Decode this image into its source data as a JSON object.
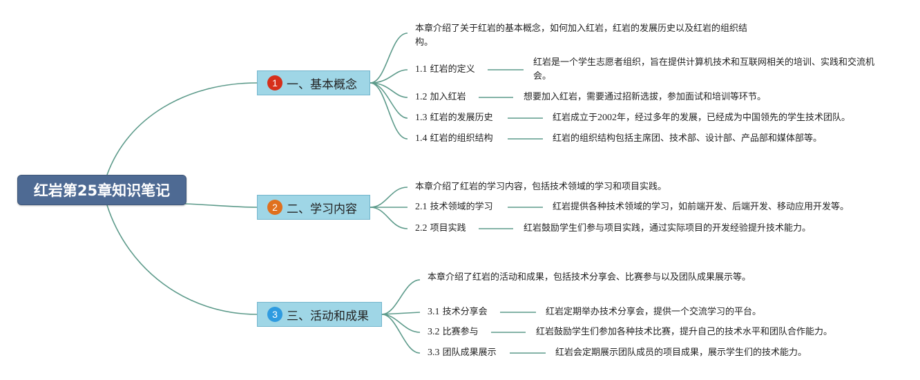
{
  "root": {
    "title": "红岩第25章知识笔记"
  },
  "colors": {
    "connector": "#5c9a8a",
    "root_fill": "#4e6a93",
    "branch_fill": "#9fd6e6",
    "badge_red": "#d62f1a",
    "badge_orange": "#e0701e",
    "badge_blue": "#2f9be0"
  },
  "branches": [
    {
      "badge": "1",
      "label": "一、基本概念",
      "summary": "本章介绍了关于红岩的基本概念，如何加入红岩，红岩的发展历史以及红岩的组织结构。",
      "topics": [
        {
          "num": "1.1",
          "title": "红岩的定义",
          "detail": "红岩是一个学生志愿者组织，旨在提供计算机技术和互联网相关的培训、实践和交流机会。"
        },
        {
          "num": "1.2",
          "title": "加入红岩",
          "detail": "想要加入红岩，需要通过招新选拔，参加面试和培训等环节。"
        },
        {
          "num": "1.3",
          "title": "红岩的发展历史",
          "detail_num": "2002",
          "detail_pre": "红岩成立于",
          "detail_post": "年，经过多年的发展，已经成为中国领先的学生技术团队。"
        },
        {
          "num": "1.4",
          "title": "红岩的组织结构",
          "detail": "红岩的组织结构包括主席团、技术部、设计部、产品部和媒体部等。"
        }
      ]
    },
    {
      "badge": "2",
      "label": "二、学习内容",
      "summary": "本章介绍了红岩的学习内容，包括技术领域的学习和项目实践。",
      "topics": [
        {
          "num": "2.1",
          "title": "技术领域的学习",
          "detail": "红岩提供各种技术领域的学习，如前端开发、后端开发、移动应用开发等。"
        },
        {
          "num": "2.2",
          "title": "项目实践",
          "detail": "红岩鼓励学生们参与项目实践，通过实际项目的开发经验提升技术能力。"
        }
      ]
    },
    {
      "badge": "3",
      "label": "三、活动和成果",
      "summary": "本章介绍了红岩的活动和成果，包括技术分享会、比赛参与以及团队成果展示等。",
      "topics": [
        {
          "num": "3.1",
          "title": "技术分享会",
          "detail": "红岩定期举办技术分享会，提供一个交流学习的平台。"
        },
        {
          "num": "3.2",
          "title": "比赛参与",
          "detail": "红岩鼓励学生们参加各种技术比赛，提升自己的技术水平和团队合作能力。"
        },
        {
          "num": "3.3",
          "title": "团队成果展示",
          "detail": "红岩会定期展示团队成员的项目成果，展示学生们的技术能力。"
        }
      ]
    }
  ]
}
